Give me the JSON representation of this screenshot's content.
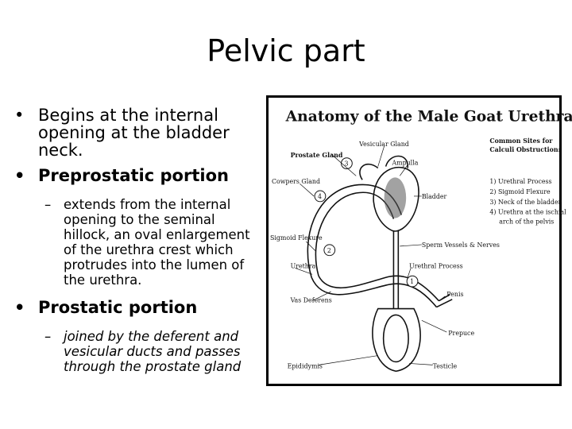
{
  "slide": {
    "title": "Pelvic part",
    "bullets": [
      {
        "marker": "•",
        "text": "Begins at the internal opening at the bladder neck."
      },
      {
        "marker": "•",
        "text": "Preprostatic portion"
      },
      {
        "marker": "–",
        "text": "extends from the internal opening to the seminal hillock, an oval enlargement of the urethra crest which protrudes into the lumen of the urethra."
      },
      {
        "marker": "•",
        "text": "Prostatic portion"
      },
      {
        "marker": "–",
        "text": "joined by the deferent and vesicular ducts and passes through the prostate gland"
      }
    ]
  },
  "figure": {
    "title": "Anatomy of the Male Goat Urethra",
    "labels": {
      "prostate_gland": "Prostate Gland",
      "vesicular_gland": "Vesicular Gland",
      "ampulla": "Ampulla",
      "cowpers_gland": "Cowpers Gland",
      "bladder": "Bladder",
      "sigmoid_flexure": "Sigmoid Flexure",
      "sperm_vessels": "Sperm Vessels & Nerves",
      "urethra": "Urethra",
      "urethral_process": "Urethral Process",
      "vas_deferens": "Vas Deferens",
      "penis": "Penis",
      "prepuce": "Prepuce",
      "epididymis": "Epididymis",
      "testicle": "Testicle"
    },
    "markers": [
      "1",
      "2",
      "3",
      "4"
    ],
    "sites": {
      "heading_1": "Common Sites for",
      "heading_2": "Calculi Obstruction:",
      "items": [
        "1) Urethral Process",
        "2) Sigmoid Flexure",
        "3) Neck of the bladder",
        "4) Urethra at the ischial",
        "arch of the pelvis"
      ]
    }
  }
}
